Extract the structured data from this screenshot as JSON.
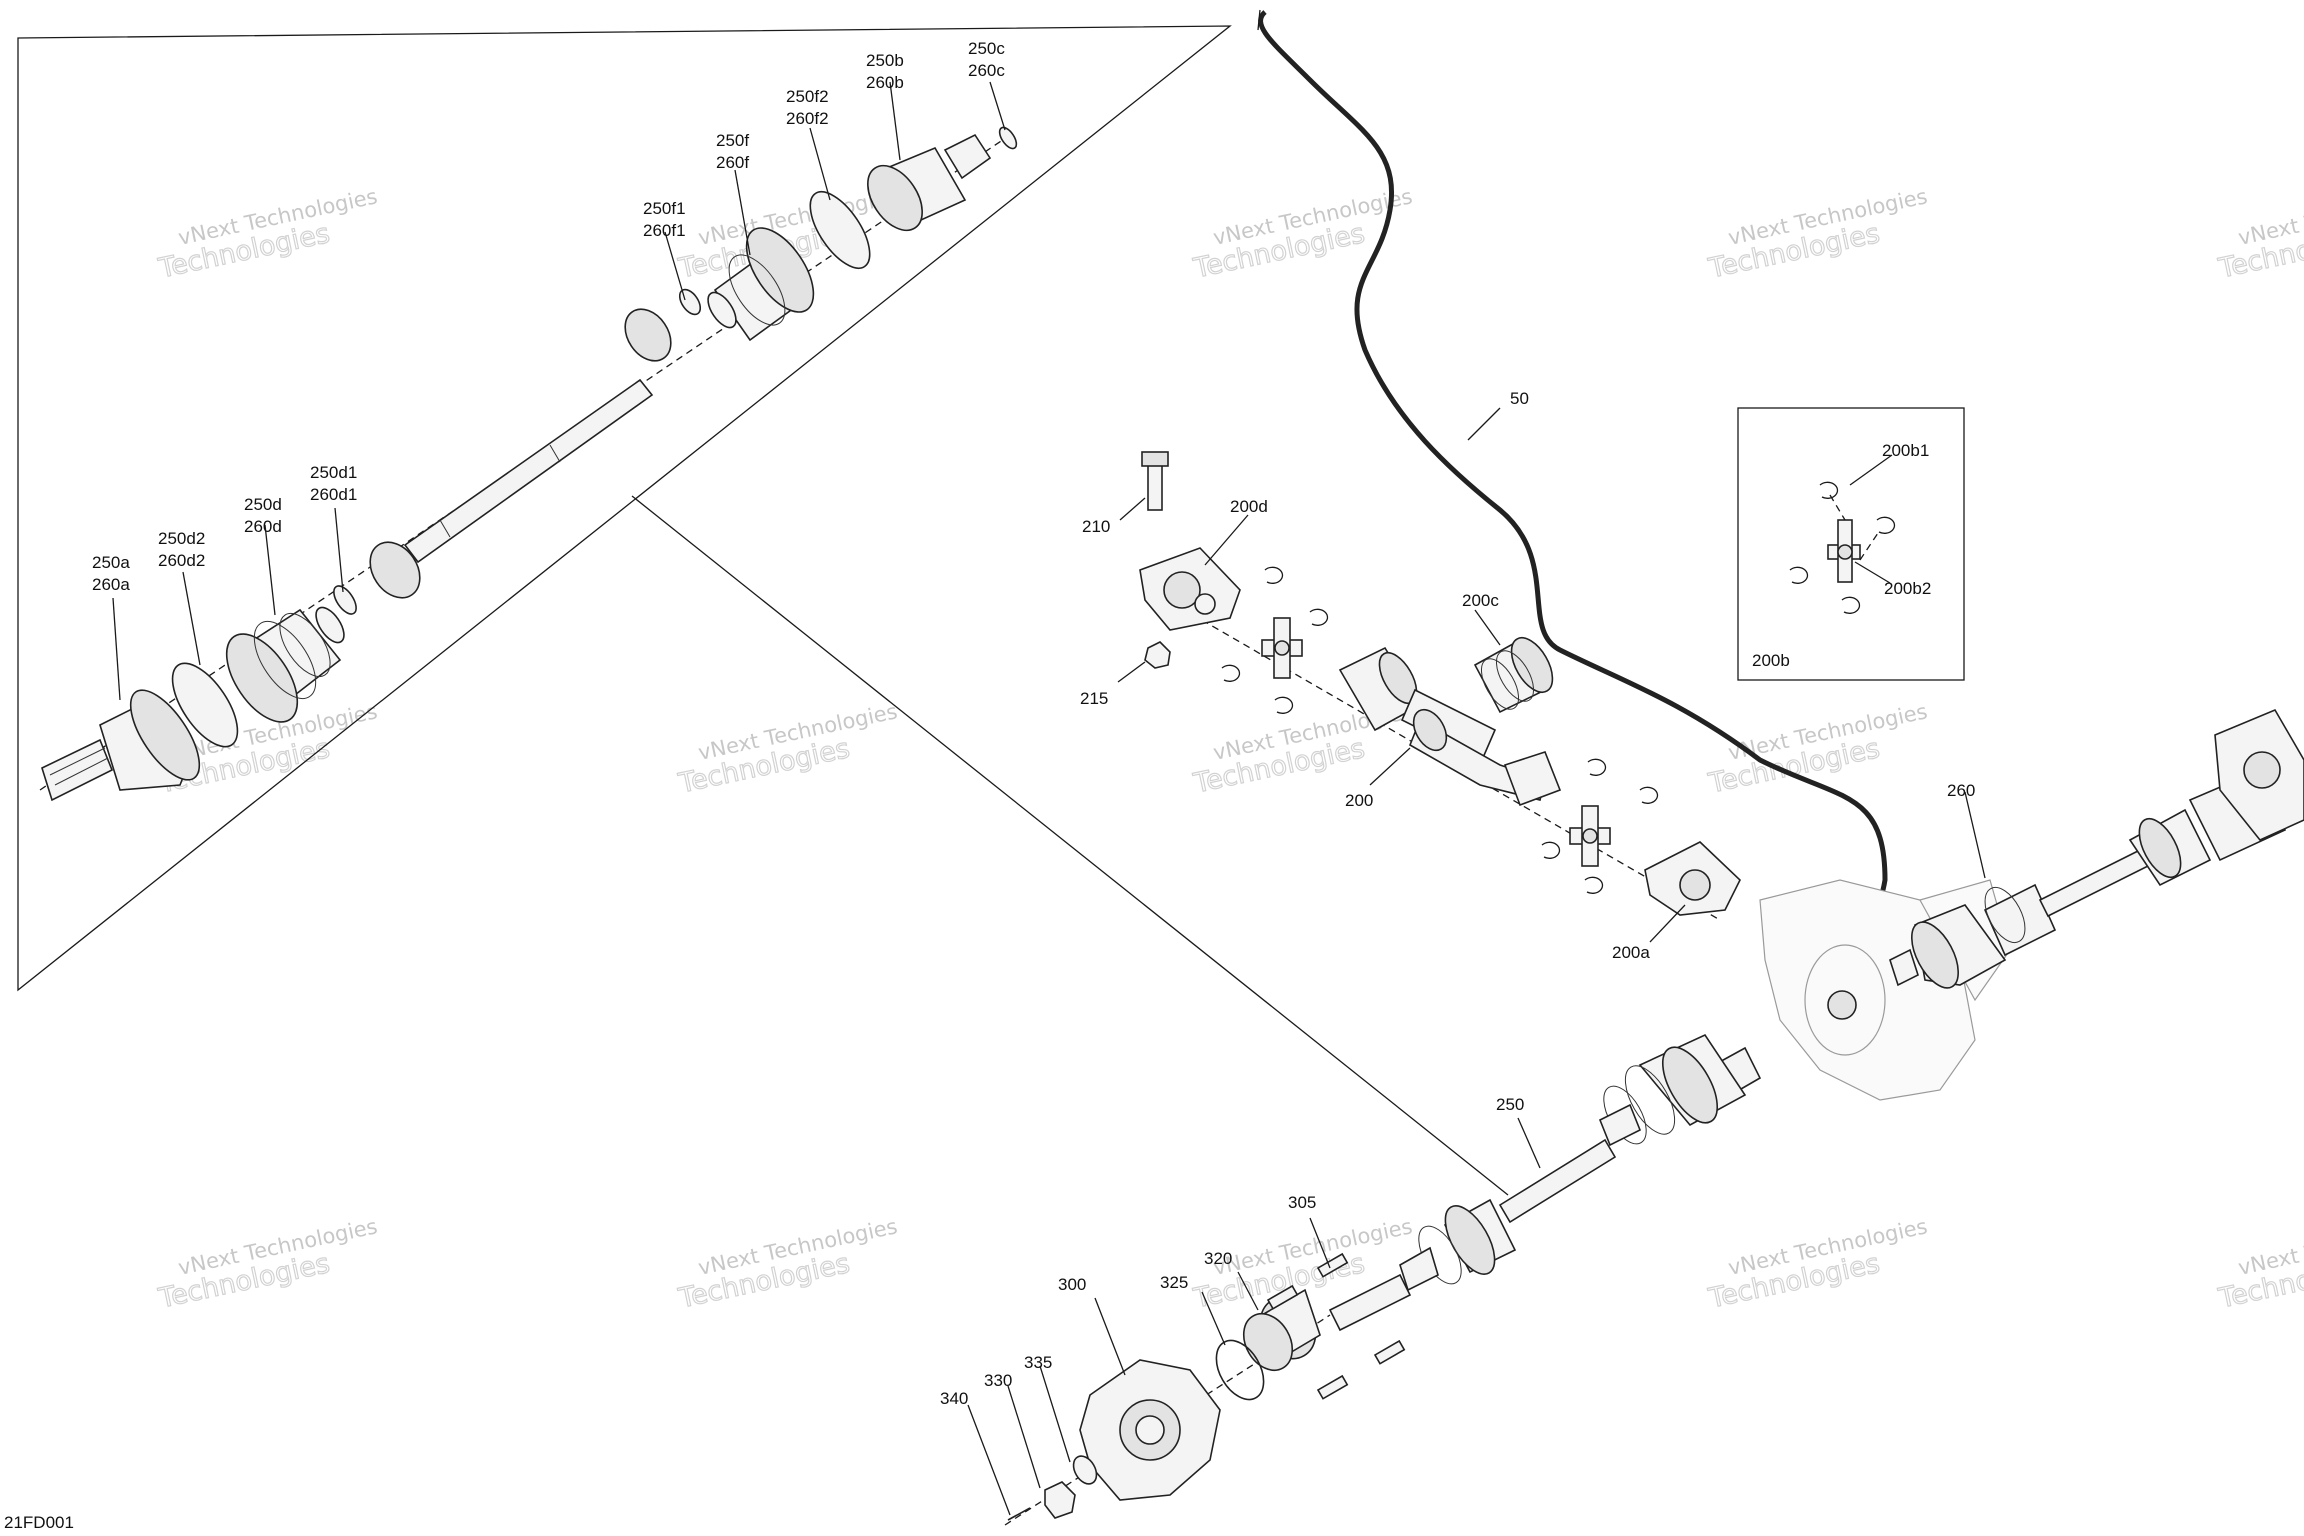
{
  "diagram_code": "21FD001",
  "watermark": {
    "line1": "vNext Technologies",
    "line2": "Technologies"
  },
  "inset_box_label": "200b",
  "labels": [
    {
      "id": "250c-260c",
      "lines": [
        "250c",
        "260c"
      ]
    },
    {
      "id": "250b-260b",
      "lines": [
        "250b",
        "260b"
      ]
    },
    {
      "id": "250f2-260f2",
      "lines": [
        "250f2",
        "260f2"
      ]
    },
    {
      "id": "250f-260f",
      "lines": [
        "250f",
        "260f"
      ]
    },
    {
      "id": "250f1-260f1",
      "lines": [
        "250f1",
        "260f1"
      ]
    },
    {
      "id": "250d1-260d1",
      "lines": [
        "250d1",
        "260d1"
      ]
    },
    {
      "id": "250d-260d",
      "lines": [
        "250d",
        "260d"
      ]
    },
    {
      "id": "250d2-260d2",
      "lines": [
        "250d2",
        "260d2"
      ]
    },
    {
      "id": "250a-260a",
      "lines": [
        "250a",
        "260a"
      ]
    },
    {
      "id": "50",
      "lines": [
        "50"
      ]
    },
    {
      "id": "200b1",
      "lines": [
        "200b1"
      ]
    },
    {
      "id": "200b2",
      "lines": [
        "200b2"
      ]
    },
    {
      "id": "210",
      "lines": [
        "210"
      ]
    },
    {
      "id": "200d",
      "lines": [
        "200d"
      ]
    },
    {
      "id": "200c",
      "lines": [
        "200c"
      ]
    },
    {
      "id": "215",
      "lines": [
        "215"
      ]
    },
    {
      "id": "200",
      "lines": [
        "200"
      ]
    },
    {
      "id": "200a",
      "lines": [
        "200a"
      ]
    },
    {
      "id": "260",
      "lines": [
        "260"
      ]
    },
    {
      "id": "250",
      "lines": [
        "250"
      ]
    },
    {
      "id": "305",
      "lines": [
        "305"
      ]
    },
    {
      "id": "320",
      "lines": [
        "320"
      ]
    },
    {
      "id": "325",
      "lines": [
        "325"
      ]
    },
    {
      "id": "300",
      "lines": [
        "300"
      ]
    },
    {
      "id": "335",
      "lines": [
        "335"
      ]
    },
    {
      "id": "330",
      "lines": [
        "330"
      ]
    },
    {
      "id": "340",
      "lines": [
        "340"
      ]
    }
  ]
}
